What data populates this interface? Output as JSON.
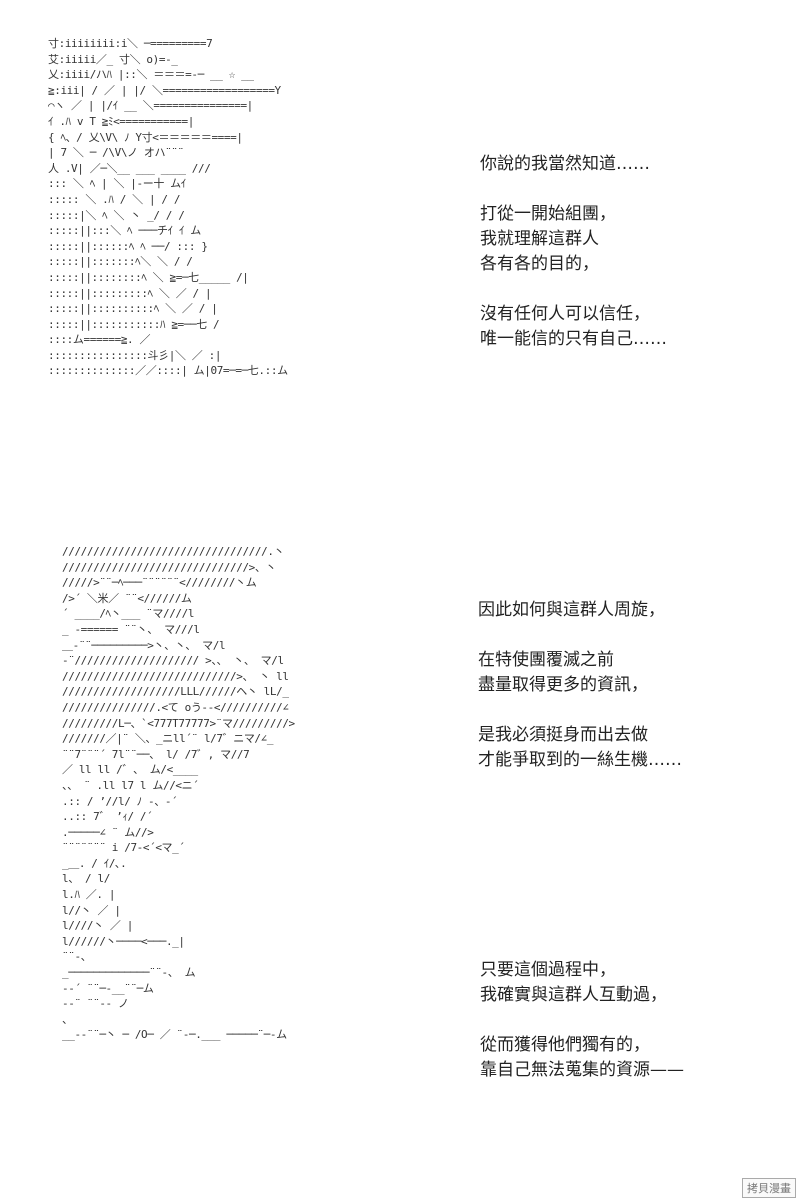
{
  "panel1": {
    "art": [
      "        寸:iiiiiiii:i＼                       ─=========7",
      "       艾:iiiii／_ 寸＼ o)=-_",
      "       乂:iiii/ハﾊ  |::＼ ＝＝＝=-─  __      ☆      __",
      "       ≧:iii| / ／ | |/  ＼==================Y",
      " ⌒ヽ ／   |  |/ｲ     __   ＼===============|",
      "   ｲ     .ﾊ  v      T   ≧ﾐ<===========|",
      "  {          ﾍ、/      乂\\V\\ ﾉ Y寸<＝＝＝＝＝====|",
      "  |           7    ＼   ─       /\\V\\ノ オハ¨¨¨",
      " 人          .V|    ／─＼__ ___    ____    ///",
      " ::: ＼        ﾍ    |   ＼        |‐ー十 ムｲ",
      " ::::: ＼       .ﾊ   /     ＼     |    /   /",
      " :::::|＼       ﾍ          ＼  丶 _/  /  /",
      " :::::||:::＼     ﾍ         ───チｲ  ｲ  ム",
      " :::::||::::::ﾍ    ﾍ        ──/    :::   }",
      " :::::||:::::::ﾍ＼   ＼             /      /",
      " :::::||::::::::ﾍ   ＼  ≧=─七_____    /|",
      " :::::||:::::::::ﾍ    ＼          ／ / |",
      " :::::||::::::::::ﾍ     ＼      ／   / |",
      " :::::||:::::::::::ﾊ     ≧=──七   /",
      " ::::ム======≧.             ／",
      " ::::::::::::::::斗彡|＼      ／  :|",
      " ::::::::::::::／／::::| ム|07=─=─七.::ム"
    ],
    "text_paragraphs": [
      [
        "你說的我當然知道……"
      ],
      [
        "打從一開始組團，",
        "我就理解這群人",
        "各有各的目的，"
      ],
      [
        "沒有任何人可以信任，",
        "唯一能信的只有自己……"
      ]
    ]
  },
  "panel2": {
    "art": [
      "  /////////////////////////////////.丶",
      "  //////////////////////////////>、丶",
      "  /////>¨¨─ﾍ───¨¨¨¨¨¨<////////丶ム",
      "  />´      ＼米／            ¨¨<//////ム",
      "  ´      ____/ﾍ丶___             ¨マ////l",
      "     _ ‐====== ¨¨丶、             マ///l",
      "   ＿‐¨¨─────────>丶、丶、       マ/l",
      "  ‐¨//////////////////// >、、  丶、   マ/l",
      "  ////////////////////////////>、  丶   ll",
      "  ///////////////////LLL//////ヘ丶  lL/_",
      "  ///////////////.<て oう‐‐<//////////∠",
      "  /////////L─、`<777T77777>¨マ/////////>",
      "  ///////／|¨  ＼、_ニll´¨   l/7゛ニマ/∠_",
      "  ¨¨7¨¨¨´         7l¨¨──、 l/ /7゛, マ//7",
      "  ／              ll        ll /゛、 ム/<____",
      "            、、 ¨         .ll          l7 l ム//<ニ´",
      "                       .::         /  ’//l/ ﾉ ‐、‐´",
      "                     ..::       7゛   ’ｨ/ /´",
      "        .─────∠              ¨   ム//>",
      "          ¨¨¨¨¨¨¨   i         /7‐<´<マ_´",
      "              _＿.            /  ｲ/､.",
      "  l、                        /  l/",
      "  l.ﾊ                    ／.  |",
      "  l//丶                ／    |",
      "  l////丶          ／       |",
      "  l//////丶────<───._|",
      "                           ¨¨‐、",
      "      _─────────────¨¨‐、     ム",
      "  ‐‐´                ¨¨─‐__¨¨─ム",
      "  ‐‐¨                         ¨¨‐‐ ノ",
      "                                      、",
      "   __‐‐¨¨─丶 ─ /O─ ／ ¨‐─.___ ─────¨─‐ム"
    ],
    "text_block_a": [
      [
        "因此如何與這群人周旋，"
      ],
      [
        "在特使團覆滅之前",
        "盡量取得更多的資訊，"
      ],
      [
        "是我必須挺身而出去做",
        "才能爭取到的一絲生機……"
      ]
    ],
    "text_block_b": [
      [
        "只要這個過程中，",
        "我確實與這群人互動過，"
      ],
      [
        "從而獲得他們獨有的，",
        "靠自己無法蒐集的資源——"
      ]
    ]
  },
  "watermark": "拷貝漫畫"
}
